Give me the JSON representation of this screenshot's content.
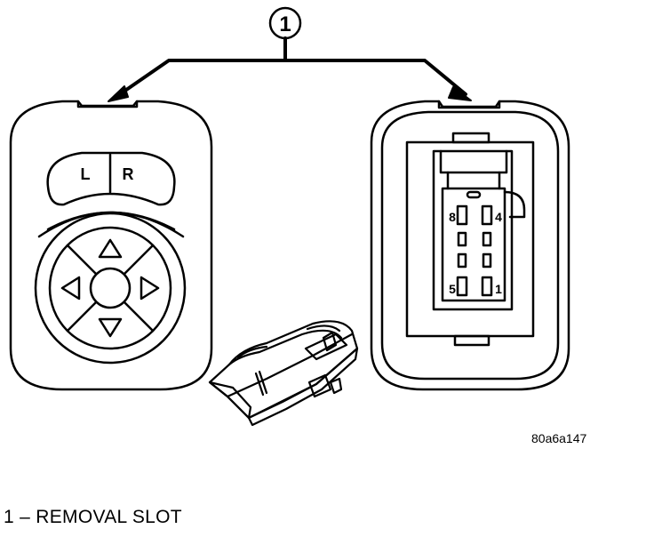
{
  "callout": {
    "number": "1"
  },
  "switch_face": {
    "left_label": "L",
    "right_label": "R",
    "arrows": [
      "arrow-up-icon",
      "arrow-left-icon",
      "arrow-right-icon",
      "arrow-down-icon"
    ]
  },
  "connector": {
    "pin_top_left": "8",
    "pin_top_right": "4",
    "pin_bottom_left": "5",
    "pin_bottom_right": "1"
  },
  "figure_id": "80a6a147",
  "legend": {
    "number": "1",
    "separator": "–",
    "text": "REMOVAL SLOT"
  }
}
